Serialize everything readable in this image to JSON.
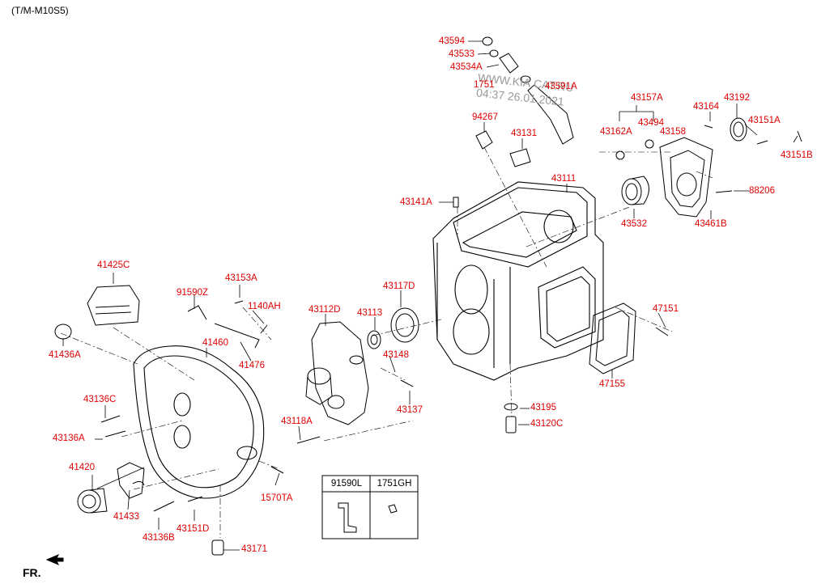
{
  "header": {
    "model": "(T/M-M10S5)"
  },
  "footer": {
    "direction": "FR."
  },
  "watermark": {
    "line1": "WWW.KIA.CAT.RU",
    "line2": "04:37  26.01.2021"
  },
  "colors": {
    "label": "#e00000",
    "line": "#000000"
  },
  "table": {
    "col1": "91590L",
    "col2": "1751GH"
  },
  "labels": [
    "43594",
    "43533",
    "43534A",
    "1751",
    "43591A",
    "43157A",
    "43164",
    "43192",
    "94267",
    "43131",
    "43162A",
    "43494",
    "43158",
    "43151A",
    "43151B",
    "43111",
    "43141A",
    "88206",
    "43532",
    "43461B",
    "41425C",
    "91590Z",
    "43153A",
    "1140AH",
    "43112D",
    "43113",
    "43117D",
    "47151",
    "41436A",
    "41460",
    "41476",
    "43148",
    "43137",
    "47155",
    "43136C",
    "43136A",
    "43118A",
    "43195",
    "43120C",
    "41420",
    "1570TA",
    "41433",
    "43136B",
    "43151D",
    "43171"
  ]
}
